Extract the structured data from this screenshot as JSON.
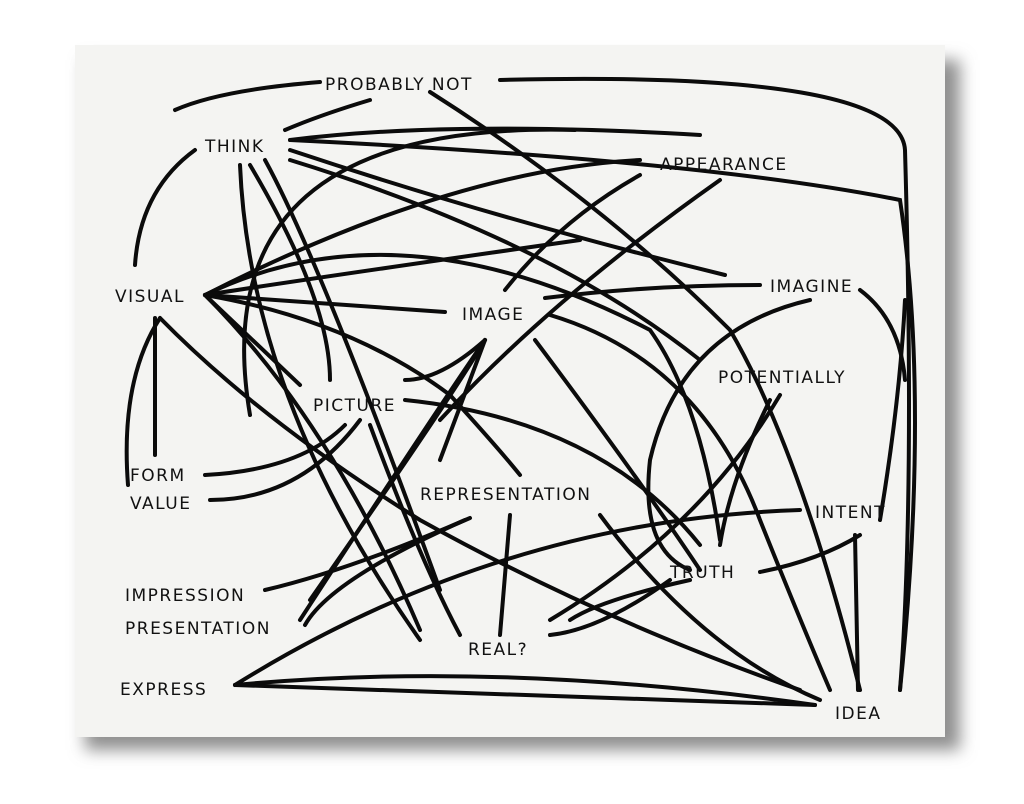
{
  "artwork": {
    "labels": {
      "probably_not": "PROBABLY NOT",
      "think": "THINK",
      "appearance": "APPEARANCE",
      "visual": "VISUAL",
      "image": "IMAGE",
      "imagine": "IMAGINE",
      "potentially": "POTENTIALLY",
      "picture": "PICTURE",
      "form": "FORM",
      "value": "VALUE",
      "representation": "REPRESENTATION",
      "intent": "INTENT",
      "truth": "TRUTH",
      "impression": "IMPRESSION",
      "presentation": "PRESENTATION",
      "real": "REAL?",
      "express": "EXPRESS",
      "idea": "IDEA"
    },
    "colors": {
      "ink": "#0b0b0b",
      "canvas": "#f4f4f2",
      "shadow": "#9a9a9a"
    }
  }
}
